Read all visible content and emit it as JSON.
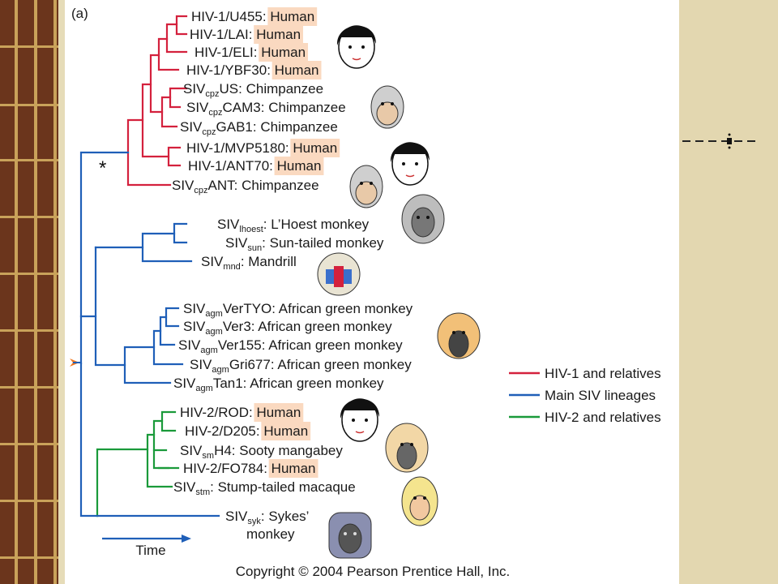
{
  "panel_label": "(a)",
  "marker_symbol": "*",
  "time_label": "Time",
  "copyright": "Copyright © 2004 Pearson Prentice Hall, Inc.",
  "colors": {
    "hiv1": "#d4213d",
    "siv_main": "#1f5fb8",
    "hiv2": "#1a9a3a",
    "host_highlight": "#fad9c0",
    "slide_bg": "#e6dcb8",
    "left_bar_dark": "#5a2a18",
    "left_bar_gold": "#c9a25a"
  },
  "legend": [
    {
      "label": "HIV-1 and relatives",
      "color": "#d4213d"
    },
    {
      "label": "Main SIV lineages",
      "color": "#1f5fb8"
    },
    {
      "label": "HIV-2 and relatives",
      "color": "#1a9a3a"
    }
  ],
  "taxa": [
    {
      "main": "HIV-1/U455",
      "sub": "",
      "suffix": "",
      "host": "Human"
    },
    {
      "main": "HIV-1/LAI",
      "sub": "",
      "suffix": "",
      "host": "Human"
    },
    {
      "main": "HIV-1/ELI",
      "sub": "",
      "suffix": "",
      "host": "Human"
    },
    {
      "main": "HIV-1/YBF30",
      "sub": "",
      "suffix": "",
      "host": "Human"
    },
    {
      "main": "SIV",
      "sub": "cpz",
      "suffix": "US",
      "host": "Chimpanzee"
    },
    {
      "main": "SIV",
      "sub": "cpz",
      "suffix": "CAM3",
      "host": "Chimpanzee"
    },
    {
      "main": "SIV",
      "sub": "cpz",
      "suffix": "GAB1",
      "host": "Chimpanzee"
    },
    {
      "main": "HIV-1/MVP5180",
      "sub": "",
      "suffix": "",
      "host": "Human"
    },
    {
      "main": "HIV-1/ANT70",
      "sub": "",
      "suffix": "",
      "host": "Human"
    },
    {
      "main": "SIV",
      "sub": "cpz",
      "suffix": "ANT",
      "host": "Chimpanzee"
    },
    {
      "main": "SIV",
      "sub": "lhoest",
      "suffix": "",
      "host": "L’Hoest monkey"
    },
    {
      "main": "SIV",
      "sub": "sun",
      "suffix": "",
      "host": "Sun-tailed monkey"
    },
    {
      "main": "SIV",
      "sub": "mnd",
      "suffix": "",
      "host": "Mandrill"
    },
    {
      "main": "SIV",
      "sub": "agm",
      "suffix": "VerTYO",
      "host": "African green monkey"
    },
    {
      "main": "SIV",
      "sub": "agm",
      "suffix": "Ver3",
      "host": "African green monkey"
    },
    {
      "main": "SIV",
      "sub": "agm",
      "suffix": "Ver155",
      "host": "African green monkey"
    },
    {
      "main": "SIV",
      "sub": "agm",
      "suffix": "Gri677",
      "host": "African green monkey"
    },
    {
      "main": "SIV",
      "sub": "agm",
      "suffix": "Tan1",
      "host": "African green monkey"
    },
    {
      "main": "HIV-2/ROD",
      "sub": "",
      "suffix": "",
      "host": "Human"
    },
    {
      "main": "HIV-2/D205",
      "sub": "",
      "suffix": "",
      "host": "Human"
    },
    {
      "main": "SIV",
      "sub": "sm",
      "suffix": "H4",
      "host": "Sooty mangabey"
    },
    {
      "main": "HIV-2/FO784",
      "sub": "",
      "suffix": "",
      "host": "Human"
    },
    {
      "main": "SIV",
      "sub": "stm",
      "suffix": "",
      "host": "Stump-tailed macaque"
    },
    {
      "main": "SIV",
      "sub": "syk",
      "suffix": "",
      "host": "Sykes’",
      "host_line2": "monkey"
    }
  ],
  "host_icons": [
    "human-face-icon",
    "chimpanzee-face-icon",
    "monkey-face-icon",
    "mandrill-face-icon",
    "macaque-face-icon"
  ]
}
